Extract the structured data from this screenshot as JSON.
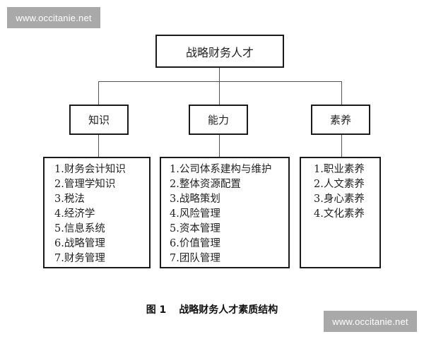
{
  "watermarks": {
    "top": "www.occitanie.net",
    "bottom": "www.occitanie.net"
  },
  "diagram": {
    "root": {
      "label": "战略财务人才"
    },
    "branches": [
      {
        "label": "知识",
        "items": [
          "1.财务会计知识",
          "2.管理学知识",
          "3.税法",
          "4.经济学",
          "5.信息系统",
          "6.战略管理",
          "7.财务管理"
        ]
      },
      {
        "label": "能力",
        "items": [
          "1.公司体系建构与维护",
          "2.整体资源配置",
          "3.战略策划",
          "4.风险管理",
          "5.资本管理",
          "6.价值管理",
          "7.团队管理"
        ]
      },
      {
        "label": "素养",
        "items": [
          "1.职业素养",
          "2.人文素养",
          "3.身心素养",
          "4.文化素养"
        ]
      }
    ]
  },
  "caption": {
    "figure_number": "图 1",
    "title": "战略财务人才素质结构"
  }
}
